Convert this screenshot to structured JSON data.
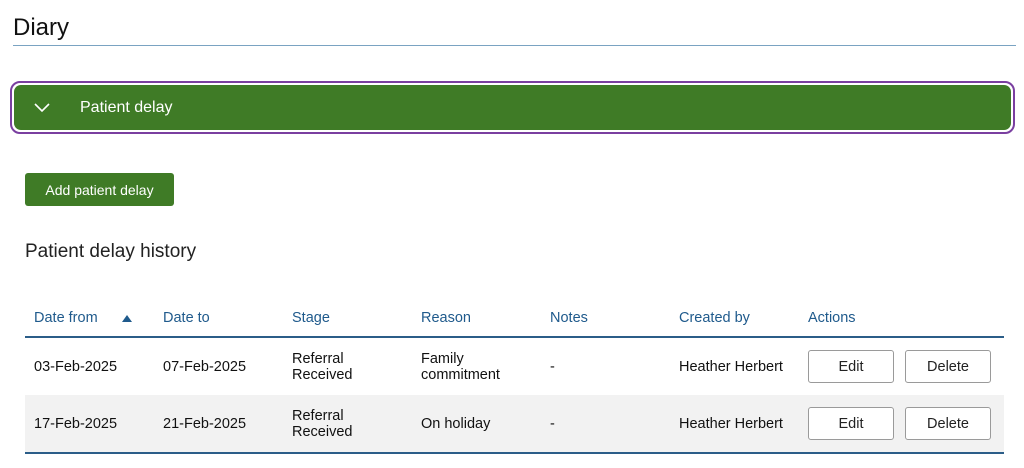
{
  "page": {
    "title": "Diary"
  },
  "accordion": {
    "label": "Patient delay",
    "icon": "chevron-down-icon",
    "expanded": true
  },
  "add_button": {
    "label": "Add patient delay"
  },
  "history": {
    "heading": "Patient delay history",
    "columns": [
      "Date from",
      "Date to",
      "Stage",
      "Reason",
      "Notes",
      "Created by",
      "Actions"
    ],
    "sorted_column": "Date from",
    "sort_direction": "ascending",
    "rows": [
      {
        "date_from": "03-Feb-2025",
        "date_to": "07-Feb-2025",
        "stage_line1": "Referral",
        "stage_line2": "Received",
        "reason_line1": "Family",
        "reason_line2": "commitment",
        "notes": "-",
        "created_by": "Heather Herbert",
        "edit_label": "Edit",
        "delete_label": "Delete"
      },
      {
        "date_from": "17-Feb-2025",
        "date_to": "21-Feb-2025",
        "stage_line1": "Referral",
        "stage_line2": "Received",
        "reason_line1": "On holiday",
        "reason_line2": "",
        "notes": "-",
        "created_by": "Heather Herbert",
        "edit_label": "Edit",
        "delete_label": "Delete"
      }
    ]
  },
  "colors": {
    "primary_green": "#3f7b26",
    "focus_purple": "#7a3fa0",
    "table_blue": "#2b5d88",
    "header_text": "#1f5a8c"
  }
}
